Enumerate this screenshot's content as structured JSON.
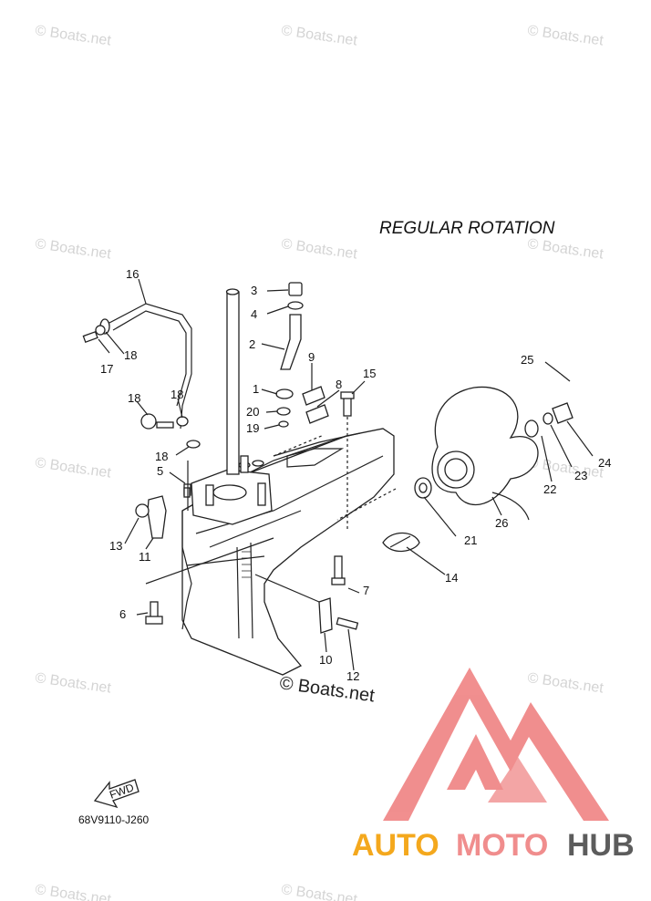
{
  "title": "REGULAR ROTATION",
  "diagram_code": "68V9110-J260",
  "watermark_text": "© Boats.net",
  "center_watermark": "© Boats.net",
  "fwd_label": "FWD",
  "brand": {
    "part1": "AUTO",
    "part2": "MOTO",
    "part3": "HUB",
    "color1": "#f4a81d",
    "color2": "#f08d8d",
    "color3": "#5c5c5c",
    "logo_color": "#ee7b7b"
  },
  "callouts": [
    "1",
    "2",
    "3",
    "4",
    "5",
    "6",
    "7",
    "8",
    "9",
    "10",
    "11",
    "12",
    "13",
    "14",
    "15",
    "16",
    "17",
    "18",
    "18",
    "18",
    "19",
    "20",
    "21",
    "22",
    "23",
    "24",
    "25",
    "26"
  ]
}
